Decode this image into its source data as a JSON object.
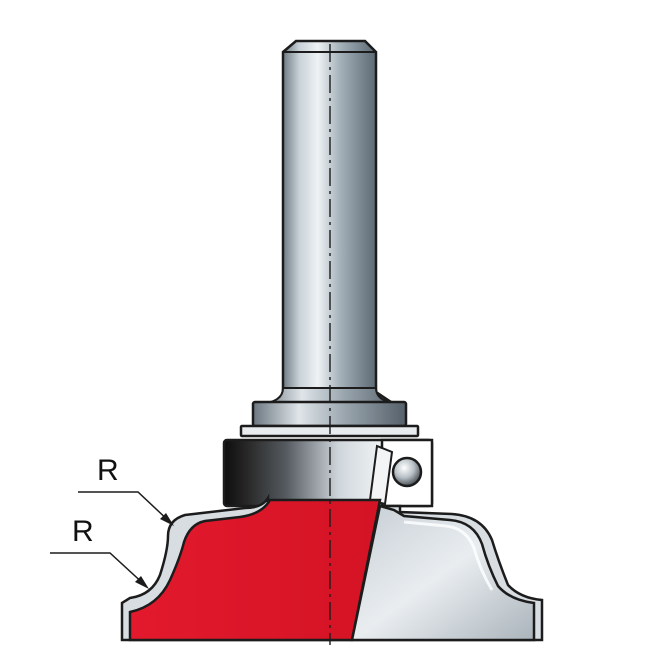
{
  "labels": {
    "radius_upper": "R",
    "radius_lower": "R"
  },
  "colors": {
    "cutter_red": "#e3192d",
    "cutter_red_dark": "#b8101f",
    "shank_steel": "#8e9aa3",
    "bearing_dark": "#1a1a1a",
    "outline": "#1c1c1c",
    "background": "#ffffff"
  },
  "icons": {
    "ball_bearing": "ball-bearing-icon",
    "center_axis": "center-axis-line"
  }
}
